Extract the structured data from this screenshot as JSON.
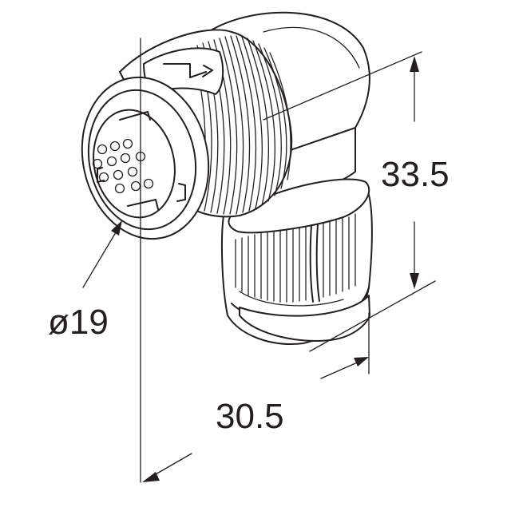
{
  "drawing": {
    "dimensions": {
      "height": "33.5",
      "width": "30.5",
      "diameter": "ø19"
    },
    "colors": {
      "line": "#231f20",
      "background": "#ffffff"
    }
  }
}
